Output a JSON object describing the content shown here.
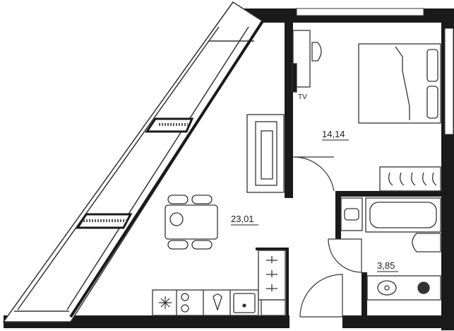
{
  "rooms": [
    {
      "id": "living",
      "area": "23,01"
    },
    {
      "id": "bedroom",
      "area": "14,14"
    },
    {
      "id": "bathroom",
      "area": "3,85"
    }
  ],
  "labels": {
    "tv": "TV"
  },
  "colors": {
    "wall": "#1a1a1a",
    "line": "#333333",
    "background": "#ffffff"
  }
}
